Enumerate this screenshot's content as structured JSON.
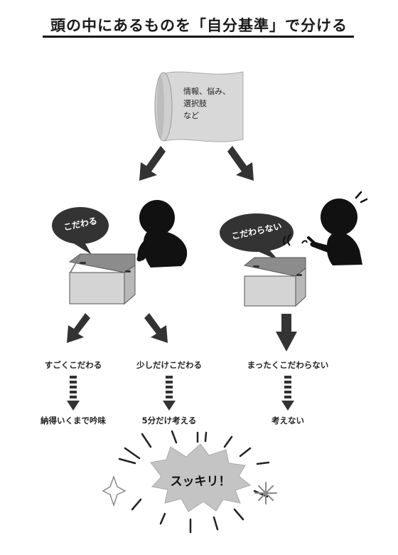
{
  "title": "頭の中にあるものを「自分基準」で分ける",
  "scroll_lines": [
    "情報、悩み、",
    "選択肢",
    "など"
  ],
  "bubble_left": "こだわる",
  "bubble_right": "こだわらない",
  "level1": [
    "すごくこだわる",
    "少しだけこだわる",
    "まったくこだわらない"
  ],
  "level2": [
    "納得いくまで吟味",
    "5分だけ考える",
    "考えない"
  ],
  "burst": "スッキリ！"
}
